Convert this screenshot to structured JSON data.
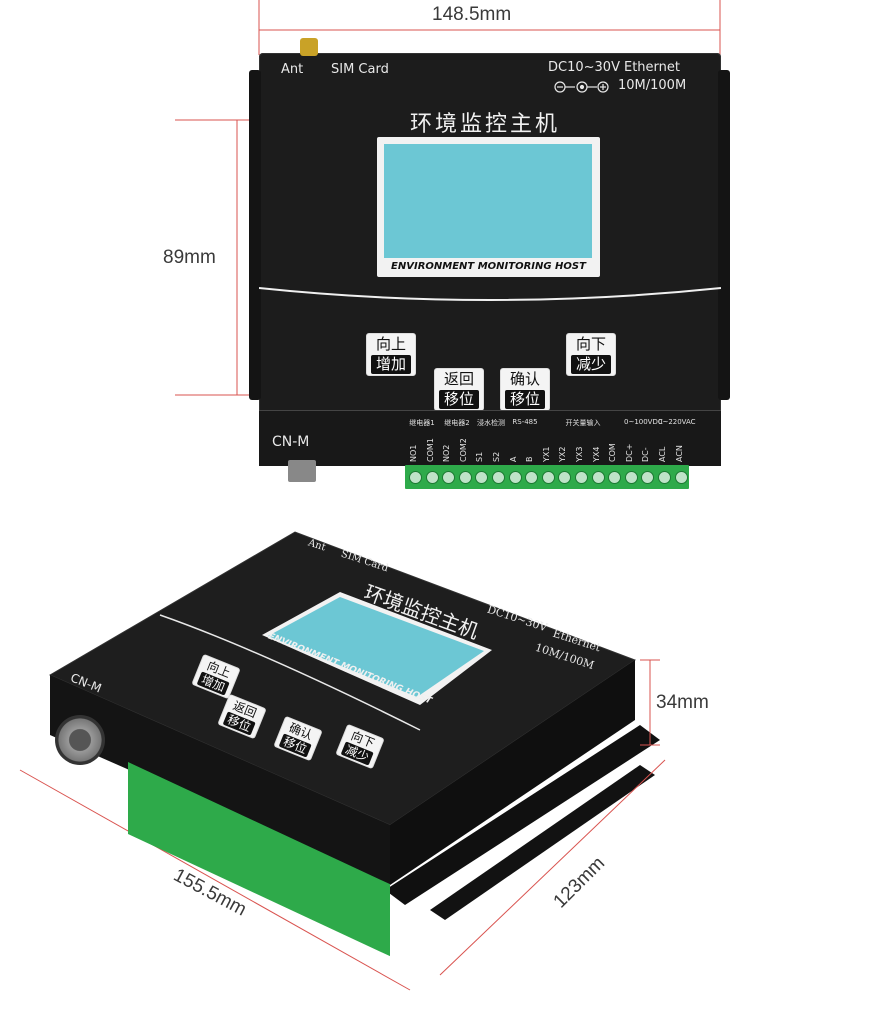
{
  "dimensions": {
    "top_width": "148.5mm",
    "front_height": "89mm",
    "depth_height": "34mm",
    "bottom_length": "155.5mm",
    "bottom_depth": "123mm"
  },
  "top_view": {
    "ant_label": "Ant",
    "sim_label": "SIM Card",
    "power_label": "DC10~30V",
    "ethernet_label": "Ethernet",
    "ethernet_speed": "10M/100M",
    "title_cn": "环境监控主机",
    "title_en": "ENVIRONMENT MONITORING HOST",
    "cn_m_label": "CN-M",
    "buttons": [
      {
        "line1": "向上",
        "line2": "增加"
      },
      {
        "line1": "返回",
        "line2": "移位"
      },
      {
        "line1": "确认",
        "line2": "移位"
      },
      {
        "line1": "向下",
        "line2": "减少"
      }
    ],
    "terminal_groups": [
      {
        "label": "继电器1"
      },
      {
        "label": "继电器2"
      },
      {
        "label": "浸水检测"
      },
      {
        "label": "RS-485"
      },
      {
        "label": "开关量输入"
      },
      {
        "label": "0~100VDC"
      },
      {
        "label": "0~220VAC"
      }
    ],
    "terminals": [
      "NO1",
      "COM1",
      "NO2",
      "COM2",
      "S1",
      "S2",
      "A",
      "B",
      "YX1",
      "YX2",
      "YX3",
      "YX4",
      "COM",
      "DC+",
      "DC-",
      "ACL",
      "ACN"
    ]
  },
  "perspective_view": {
    "ant_label": "Ant",
    "sim_label": "SIM Card",
    "title_cn": "环境监控主机",
    "title_en": "ENVIRONMENT MONITORING HOST",
    "power_label": "DC10~30V",
    "ethernet_label": "Ethernet",
    "ethernet_speed": "10M/100M",
    "cn_m_label": "CN-M"
  },
  "colors": {
    "body": "#1c1c1c",
    "lcd": "#6cc7d4",
    "terminal": "#2eaa4a",
    "dim_line": "#d9534f"
  }
}
